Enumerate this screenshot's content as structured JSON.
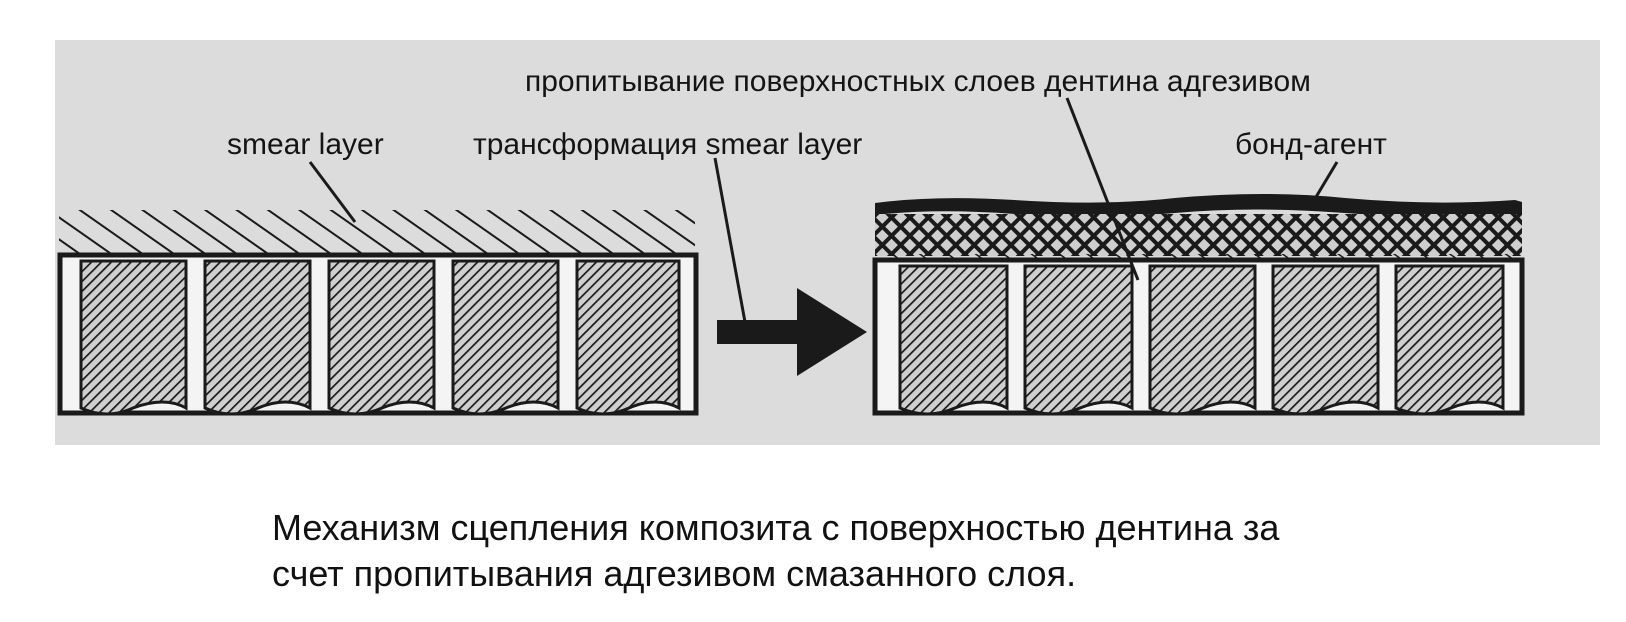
{
  "labels": {
    "smear_layer": "smear layer",
    "transformation": "трансформация smear layer",
    "impregnation": "пропитывание поверхностных слоев дентина адгезивом",
    "bond_agent": "бонд-агент"
  },
  "caption": {
    "line1": "Механизм сцепления композита с поверхностью дентина за",
    "line2": "счет пропитывания адгезивом смазанного слоя."
  },
  "colors": {
    "background": "#dcdcdc",
    "ink": "#1a1a1a",
    "tubule_fill": "#f4f4f4"
  },
  "icons": {
    "arrow": "right-arrow-icon"
  }
}
